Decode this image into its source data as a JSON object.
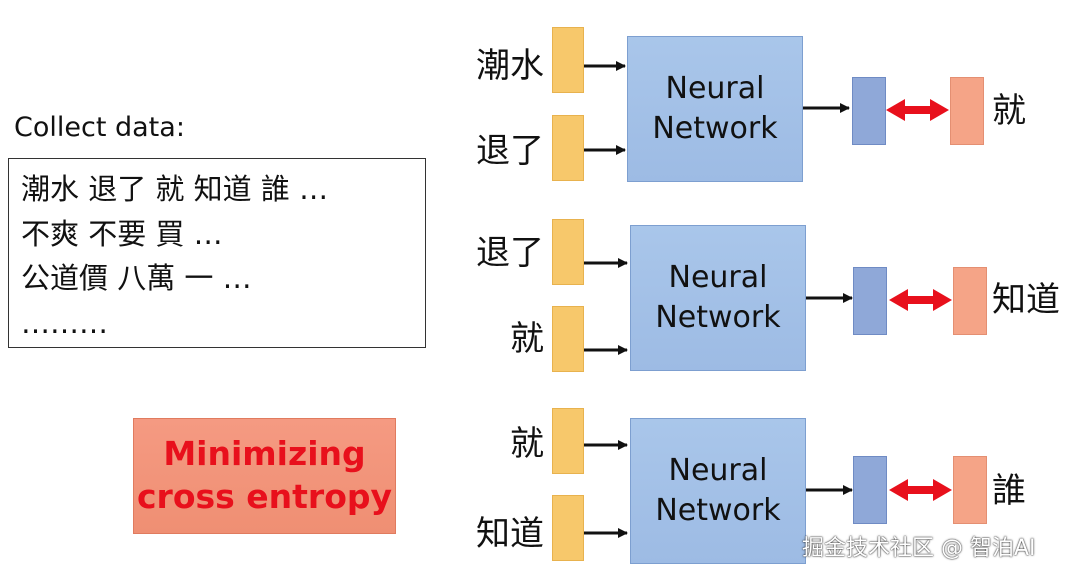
{
  "left_panel": {
    "collect_title": "Collect data:",
    "corpus_lines": [
      "潮水  退了  就  知道  誰 …",
      "不爽    不要    買 …",
      "公道價   八萬   一 …",
      "………"
    ],
    "objective_lines": [
      "Minimizing",
      "cross entropy"
    ]
  },
  "network_rows": [
    {
      "inputs": [
        "潮水",
        "退了"
      ],
      "network_lines": [
        "Neural",
        "Network"
      ],
      "target": "就"
    },
    {
      "inputs": [
        "退了",
        "就"
      ],
      "network_lines": [
        "Neural",
        "Network"
      ],
      "target": "知道"
    },
    {
      "inputs": [
        "就",
        "知道"
      ],
      "network_lines": [
        "Neural",
        "Network"
      ],
      "target": "誰"
    }
  ],
  "colors": {
    "input_bar": "#f7c86b",
    "network_box": "#a9c6ea",
    "output_bar": "#8fa8d8",
    "target_bar": "#f5a487",
    "objective_box": "#f59a82",
    "objective_text": "#e8101c",
    "compare_arrow": "#e8101c"
  },
  "watermark": "掘金技术社区 @ 智泊AI"
}
